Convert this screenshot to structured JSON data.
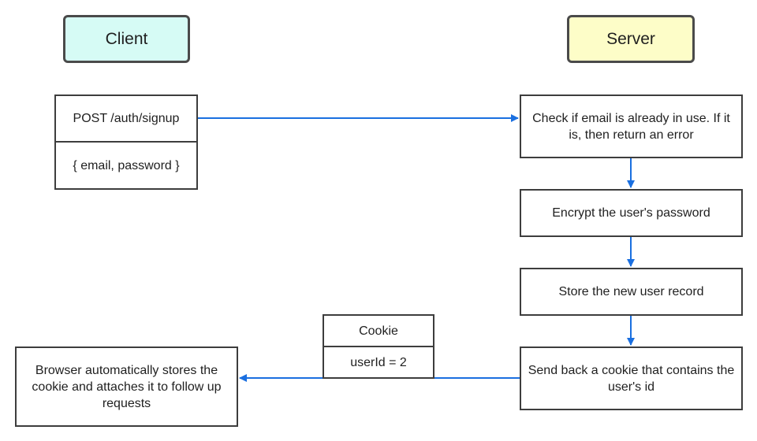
{
  "headers": {
    "client": "Client",
    "server": "Server"
  },
  "request": {
    "endpoint": "POST /auth/signup",
    "body": "{ email, password }"
  },
  "server_steps": [
    "Check if email is already in use. If it is, then return an error",
    "Encrypt the user's password",
    "Store the new user record",
    "Send back a cookie that contains the user's id"
  ],
  "cookie": {
    "title": "Cookie",
    "value": "userId = 2"
  },
  "browser_note": "Browser automatically stores the cookie and attaches it to follow up requests",
  "colors": {
    "client_header_fill": "#d6fbf5",
    "server_header_fill": "#fdfdc8",
    "arrow": "#1a6fe0",
    "border": "#3d3d3d"
  }
}
